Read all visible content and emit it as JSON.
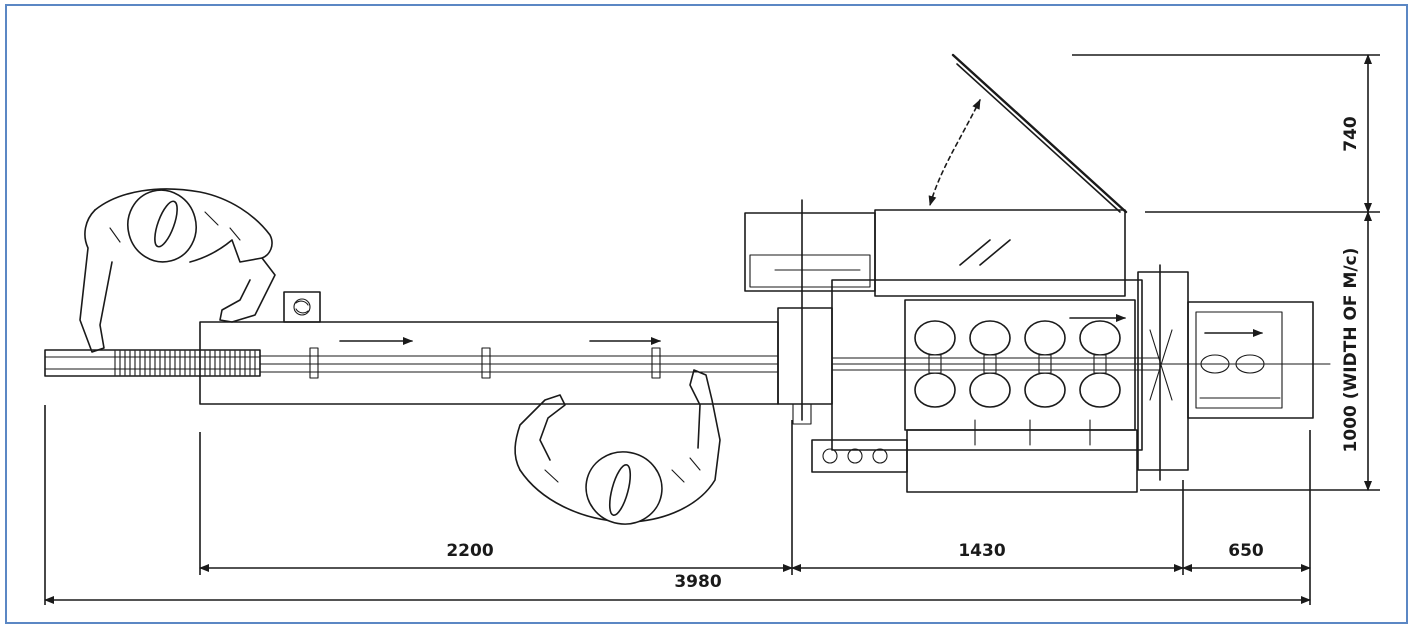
{
  "diagram": {
    "dimensions": {
      "d_2200": "2200",
      "d_1430": "1430",
      "d_650": "650",
      "d_3980": "3980",
      "d_740": "740",
      "d_1000": "1000 (WIDTH OF M/c)"
    },
    "colors": {
      "frame": "#5b87c4",
      "ink": "#1a1a1a"
    }
  }
}
